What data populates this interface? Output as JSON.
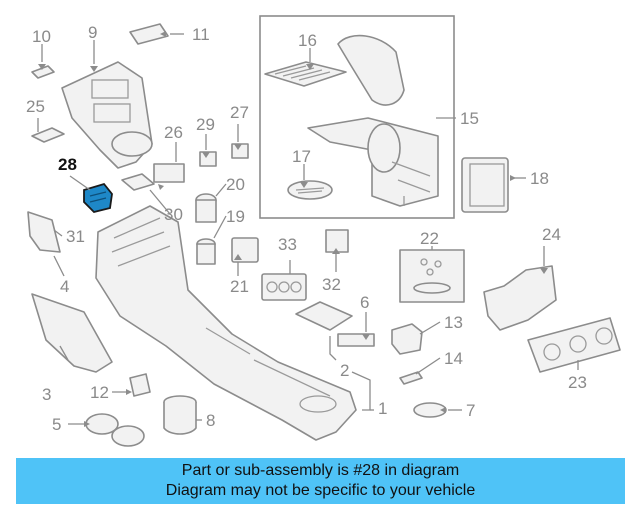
{
  "diagram": {
    "callouts": {
      "c1": "1",
      "c2": "2",
      "c3": "3",
      "c4": "4",
      "c5": "5",
      "c6": "6",
      "c7": "7",
      "c8": "8",
      "c9": "9",
      "c10": "10",
      "c11": "11",
      "c12": "12",
      "c13": "13",
      "c14": "14",
      "c15": "15",
      "c16": "16",
      "c17": "17",
      "c18": "18",
      "c19": "19",
      "c20": "20",
      "c21": "21",
      "c22": "22",
      "c23": "23",
      "c24": "24",
      "c25": "25",
      "c26": "26",
      "c27": "27",
      "c28": "28",
      "c29": "29",
      "c30": "30",
      "c31": "31",
      "c32": "32",
      "c33": "33"
    },
    "highlighted_part": "28",
    "highlight_color": "#1e88c8"
  },
  "banner": {
    "line1": "Part or sub-assembly is #28 in diagram",
    "line2": "Diagram may not be specific to your vehicle",
    "background": "#4fc3f7"
  }
}
